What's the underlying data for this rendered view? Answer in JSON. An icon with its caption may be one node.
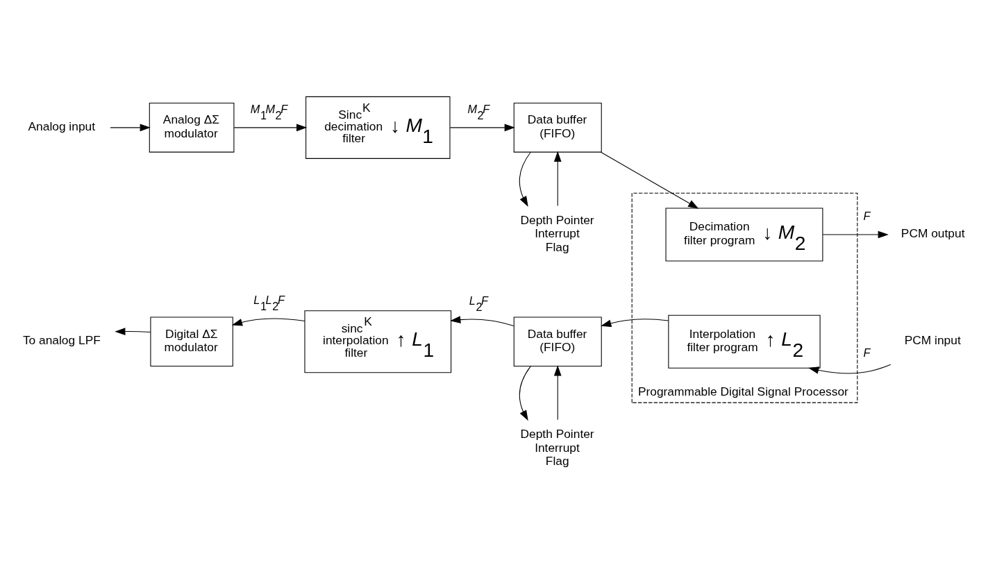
{
  "diagram": {
    "nodes": [
      {
        "text": [
          "Programmable Digital Signal Processor"
        ]
      },
      {
        "text": [
          "Analog input"
        ]
      },
      {
        "text": [
          "Analog ΔΣ modulator"
        ]
      },
      {
        "text": [
          "Sinc$^{K}$ decimation filter",
          "↓",
          "*M*$_{1}$"
        ]
      },
      {
        "text": [
          "Data buffer (FIFO)"
        ]
      },
      {
        "text": [
          "Decimation filter program",
          "↓",
          "*M*$_{2}$"
        ],
        "in": 0
      },
      {
        "text": [
          "PCM output"
        ]
      },
      {
        "text": [
          "Depth Pointer Interrupt Flag"
        ]
      },
      {
        "text": [
          "To analog LPF"
        ]
      },
      {
        "text": [
          "Digital ΔΣ modulator"
        ]
      },
      {
        "text": [
          "sinc$^{K}$ interpolation filter",
          "↑",
          "*L*$_{1}$"
        ]
      },
      {
        "text": [
          "Data buffer (FIFO)"
        ]
      },
      {
        "text": [
          "Interpolation filter program",
          "↑",
          "*L*$_{2}$"
        ],
        "in": 0
      },
      {
        "text": [
          "PCM input"
        ]
      },
      {
        "text": [
          "Depth Pointer Interrupt Flag"
        ]
      }
    ],
    "edges": [
      {
        "from": 1,
        "to": 2,
        "arrow": "to"
      },
      {
        "from": 2,
        "to": 3,
        "arrow": "to",
        "label": "*M*$_{1}$*M*$_{2}$*F*"
      },
      {
        "from": 3,
        "to": 4,
        "arrow": "to",
        "label": "*M*$_{2}$*F*"
      },
      {
        "from": 4,
        "to": 5,
        "arrow": "to"
      },
      {
        "from": 5,
        "to": 6,
        "arrow": "to",
        "label": "*F*"
      },
      {
        "from": 7,
        "to": 4,
        "arrow": "to"
      },
      {
        "from": 4,
        "to": 7,
        "arrow": "to"
      },
      {
        "from": 13,
        "to": 12,
        "arrow": "to",
        "label": "*F*"
      },
      {
        "from": 12,
        "to": 11,
        "arrow": "to"
      },
      {
        "from": 11,
        "to": 10,
        "arrow": "to",
        "label": "*L*$_{2}$*F*"
      },
      {
        "from": 10,
        "to": 9,
        "arrow": "to",
        "label": "*L*$_{1}$*L*$_{2}$*F*"
      },
      {
        "from": 9,
        "to": 8,
        "arrow": "to"
      },
      {
        "from": 14,
        "to": 11,
        "arrow": "to"
      },
      {
        "from": 11,
        "to": 14,
        "arrow": "to"
      }
    ]
  }
}
